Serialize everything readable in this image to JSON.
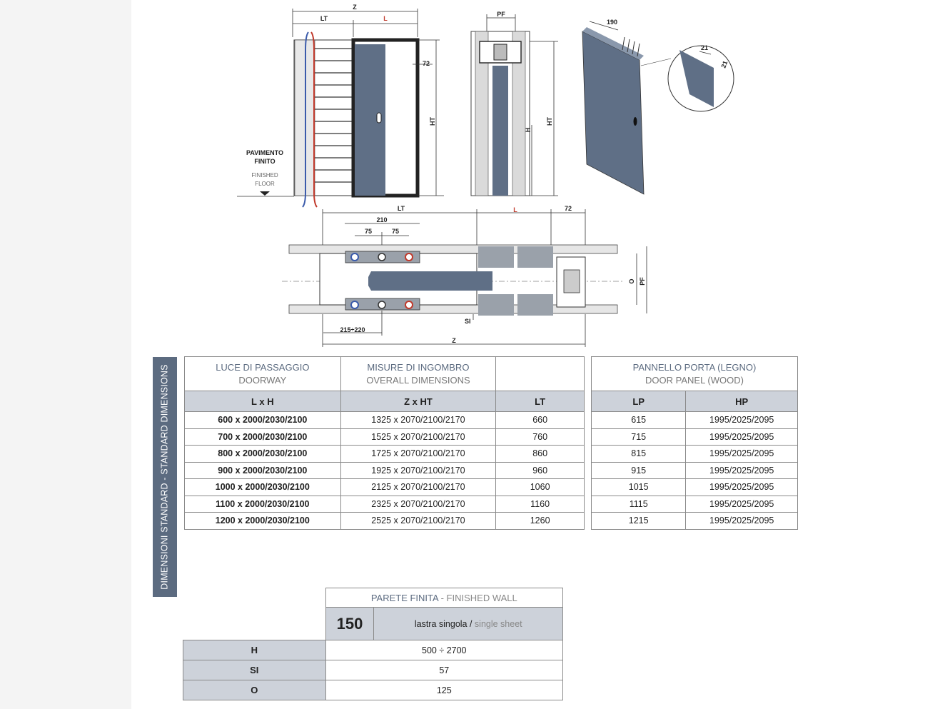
{
  "side_label": "DIMENSIONI STANDARD - STANDARD DIMENSIONS",
  "drawing": {
    "front": {
      "z": "Z",
      "lt": "LT",
      "l": "L",
      "d72": "72",
      "ht": "HT",
      "floor_it_1": "PAVIMENTO",
      "floor_it_2": "FINITO",
      "floor_en_1": "FINISHED",
      "floor_en_2": "FLOOR"
    },
    "section": {
      "pf": "PF",
      "h": "H",
      "ht": "HT"
    },
    "door": {
      "d190": "190",
      "d21a": "21",
      "d21b": "21"
    },
    "plan": {
      "lt": "LT",
      "l": "L",
      "d72": "72",
      "d210": "210",
      "d75a": "75",
      "d75b": "75",
      "o": "O",
      "pf": "PF",
      "si": "SI",
      "d215": "215÷220",
      "z": "Z"
    }
  },
  "dimensions_table": {
    "doorway_it": "LUCE DI PASSAGGIO",
    "doorway_en": "DOORWAY",
    "overall_it": "MISURE DI INGOMBRO",
    "overall_en": "OVERALL DIMENSIONS",
    "col_lxh": "L x H",
    "col_zxht": "Z x HT",
    "col_lt": "LT",
    "rows": [
      {
        "lxh": "600 x 2000/2030/2100",
        "zxht": "1325 x 2070/2100/2170",
        "lt": "660"
      },
      {
        "lxh": "700 x 2000/2030/2100",
        "zxht": "1525 x 2070/2100/2170",
        "lt": "760"
      },
      {
        "lxh": "800 x 2000/2030/2100",
        "zxht": "1725 x 2070/2100/2170",
        "lt": "860"
      },
      {
        "lxh": "900 x 2000/2030/2100",
        "zxht": "1925 x 2070/2100/2170",
        "lt": "960"
      },
      {
        "lxh": "1000 x 2000/2030/2100",
        "zxht": "2125 x 2070/2100/2170",
        "lt": "1060"
      },
      {
        "lxh": "1100 x 2000/2030/2100",
        "zxht": "2325 x 2070/2100/2170",
        "lt": "1160"
      },
      {
        "lxh": "1200 x 2000/2030/2100",
        "zxht": "2525 x 2070/2100/2170",
        "lt": "1260"
      }
    ]
  },
  "panel_table": {
    "title_it": "PANNELLO PORTA (LEGNO)",
    "title_en": "DOOR PANEL (WOOD)",
    "col_lp": "LP",
    "col_hp": "HP",
    "rows": [
      {
        "lp": "615",
        "hp": "1995/2025/2095"
      },
      {
        "lp": "715",
        "hp": "1995/2025/2095"
      },
      {
        "lp": "815",
        "hp": "1995/2025/2095"
      },
      {
        "lp": "915",
        "hp": "1995/2025/2095"
      },
      {
        "lp": "1015",
        "hp": "1995/2025/2095"
      },
      {
        "lp": "1115",
        "hp": "1995/2025/2095"
      },
      {
        "lp": "1215",
        "hp": "1995/2025/2095"
      }
    ]
  },
  "wall_table": {
    "title_it": "PARETE FINITA",
    "title_sep": " - ",
    "title_en": "FINISHED WALL",
    "thickness": "150",
    "sheet_it": "lastra singola",
    "sheet_sep": " / ",
    "sheet_en": "single sheet",
    "rows": [
      {
        "label": "H",
        "value": "500 ÷ 2700"
      },
      {
        "label": "SI",
        "value": "57"
      },
      {
        "label": "O",
        "value": "125"
      }
    ]
  },
  "colors": {
    "accent": "#5c6b80",
    "header_bg": "#cdd2da",
    "panel": "#5f6f86",
    "pipe_red": "#c0392b",
    "pipe_blue": "#3b5bab"
  }
}
